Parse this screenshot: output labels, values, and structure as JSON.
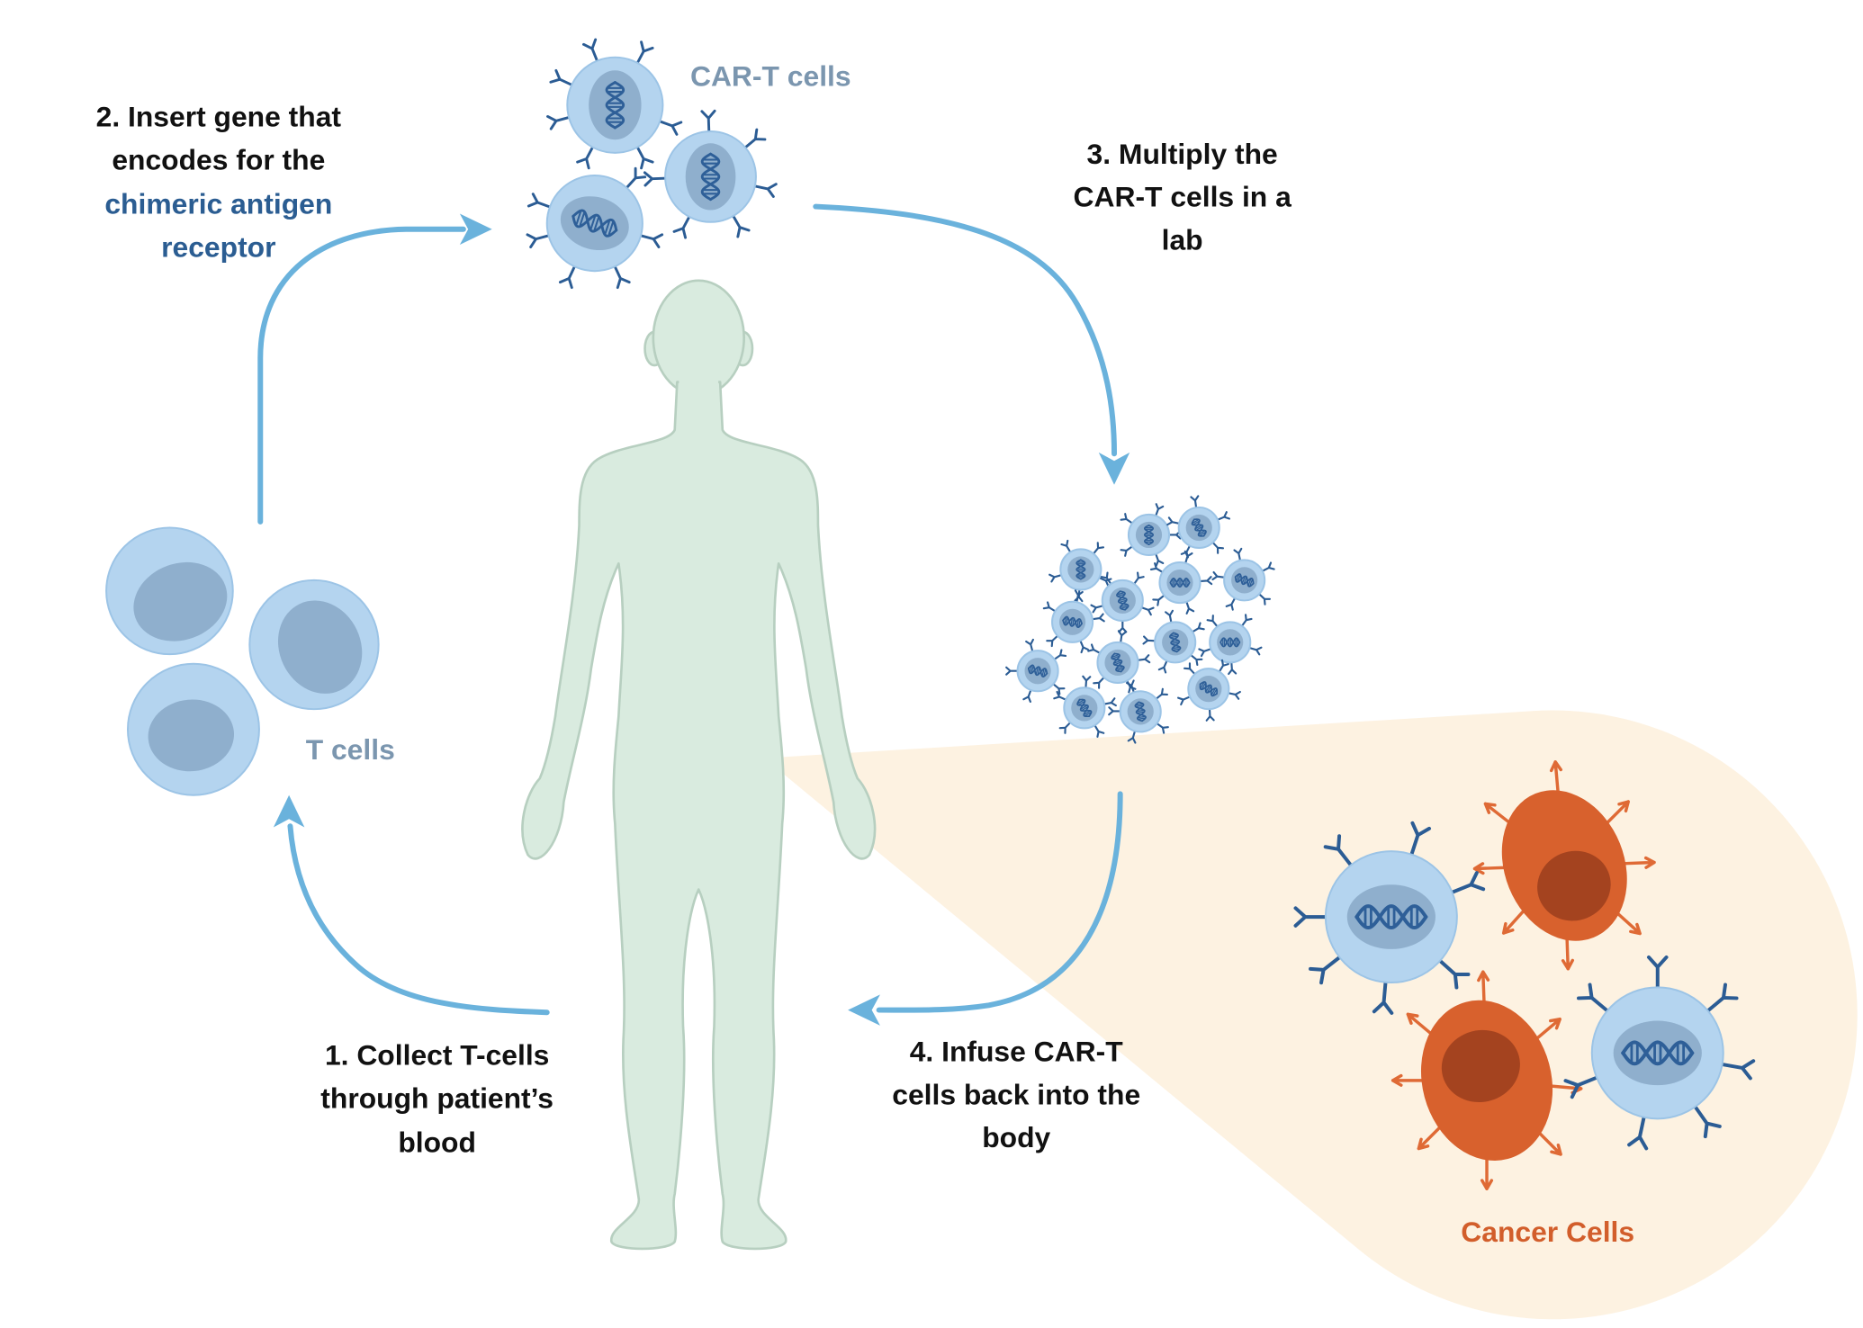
{
  "steps": {
    "collect": {
      "line1": "1. Collect T-cells",
      "line2": "through patient’s",
      "line3": "blood"
    },
    "insert": {
      "line1": "2. Insert gene that",
      "line2": "encodes for the",
      "line3": "chimeric antigen",
      "line4": "receptor"
    },
    "multiply": {
      "line1": "3. Multiply the",
      "line2": "CAR-T cells in a",
      "line3": "lab"
    },
    "infuse": {
      "line1": "4. Infuse CAR-T",
      "line2": "cells back into the",
      "line3": "body"
    }
  },
  "labels": {
    "car_t_cells": "CAR-T cells",
    "t_cells": "T cells",
    "cancer_cells": "Cancer Cells"
  },
  "icons": {
    "receptor": "receptor-icon",
    "dna": "dna-icon",
    "antigen": "antigen-arrow-icon"
  },
  "colors": {
    "text": "#111111",
    "highlight_text": "#2b5d92",
    "label_text": "#7b96af",
    "cancer_label": "#d25e2b",
    "arrow": "#6ab2dc",
    "body_fill": "#d9ebdf",
    "body_stroke": "#b7cfc0",
    "callout_fill": "#fdf2e1",
    "t_cell_fill": "#b4d4ef",
    "t_cell_stroke": "#9cc4e6",
    "nucleus_fill": "#8fafcd",
    "receptor": "#2b5c94",
    "dna": "#2e5f98",
    "cancer_fill": "#d8612d",
    "cancer_nucleus": "#a4431f",
    "cancer_arrow": "#df6a35"
  }
}
